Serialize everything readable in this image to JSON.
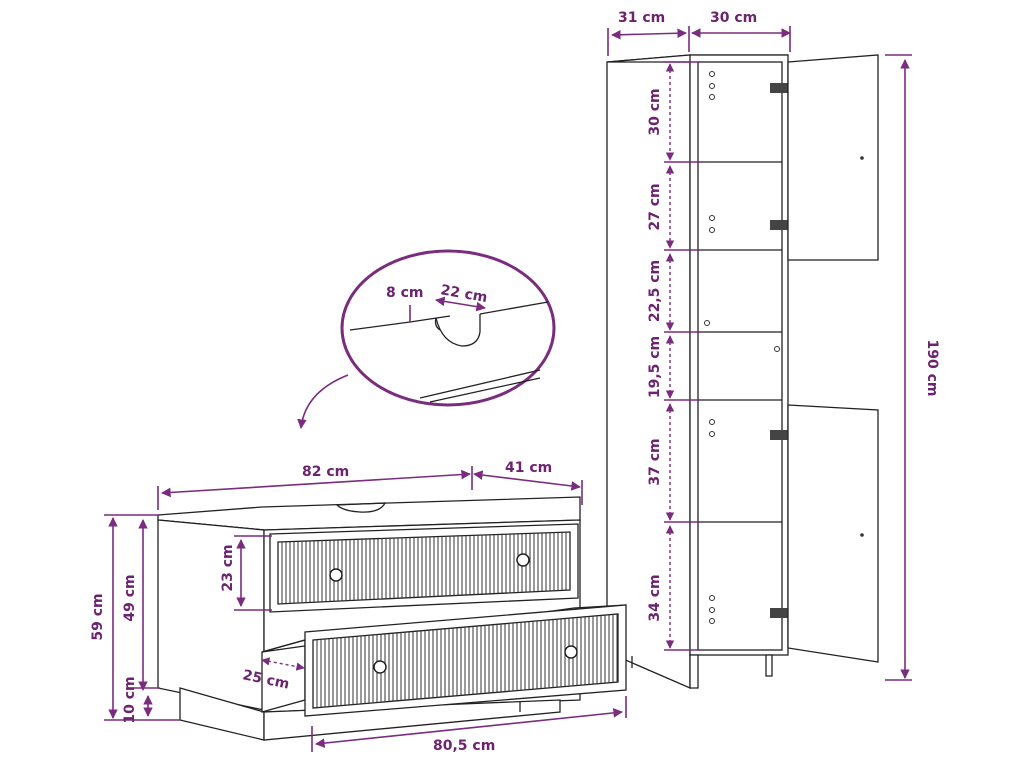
{
  "dimensions": {
    "tall_depth": "31 cm",
    "tall_width": "30 cm",
    "tall_height": "190 cm",
    "shelf_1": "30 cm",
    "shelf_2": "27 cm",
    "shelf_3": "22,5 cm",
    "shelf_4": "19,5 cm",
    "shelf_5": "37 cm",
    "shelf_6": "34 cm",
    "cutout_depth": "8 cm",
    "cutout_width": "22 cm",
    "base_width": "82 cm",
    "base_depth": "41 cm",
    "base_height": "59 cm",
    "body_height": "49 cm",
    "leg_height": "10 cm",
    "drawer_height": "23 cm",
    "drawer_depth": "25 cm",
    "drawer_width": "80,5 cm"
  },
  "colors": {
    "dimension": "#7a2c7e",
    "outline": "#222222"
  }
}
